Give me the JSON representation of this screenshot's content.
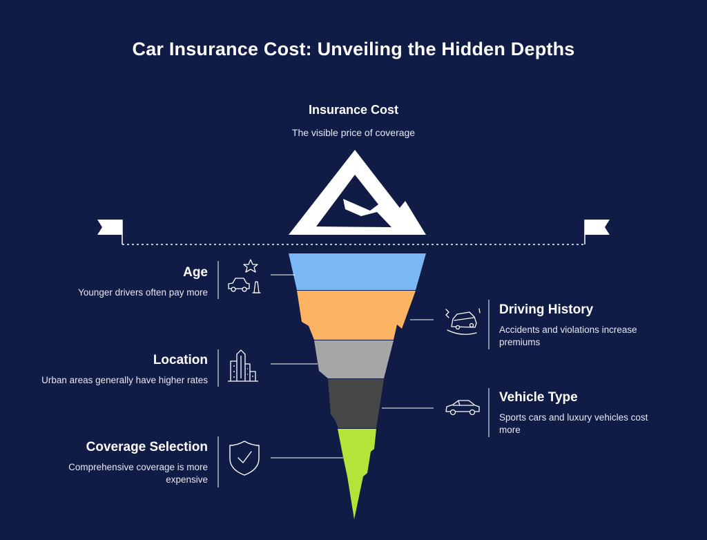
{
  "title": "Car Insurance Cost: Unveiling the Hidden Depths",
  "tip": {
    "title": "Insurance Cost",
    "description": "The visible price of coverage"
  },
  "factors": {
    "age": {
      "title": "Age",
      "description": "Younger drivers often pay more",
      "icon": "car-age-icon",
      "color": "#7ab8f5"
    },
    "driving_history": {
      "title": "Driving History",
      "description": "Accidents and violations increase premiums",
      "icon": "skidding-car-icon",
      "color": "#fdb462"
    },
    "location": {
      "title": "Location",
      "description": "Urban areas generally have higher rates",
      "icon": "city-buildings-icon",
      "color": "#a6a6a6"
    },
    "vehicle_type": {
      "title": "Vehicle Type",
      "description": "Sports cars and luxury vehicles cost more",
      "icon": "sports-car-icon",
      "color": "#474747"
    },
    "coverage_selection": {
      "title": "Coverage Selection",
      "description": "Comprehensive coverage is more expensive",
      "icon": "shield-check-icon",
      "color": "#b5e33a"
    }
  },
  "colors": {
    "background": "#111c46",
    "iceberg_tip": "#ffffff"
  }
}
